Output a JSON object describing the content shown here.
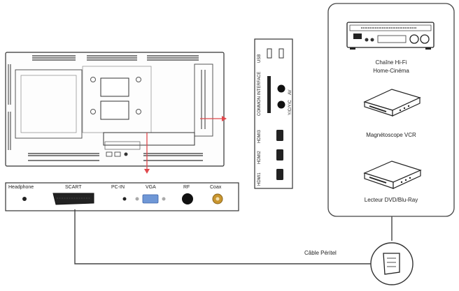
{
  "title": "",
  "panel_ports": {
    "headphone": "Headphone",
    "scart": "SCART",
    "pcin": "PC-IN",
    "vga": "VGA",
    "rf": "RF",
    "coax": "Coax"
  },
  "side_ports": {
    "usb": "USB",
    "ci": "COMMON INTERFACE",
    "hdmi3": "HDMI3",
    "hdmi2": "HDMI2",
    "hdmi1": "HDMI1",
    "av": "AV",
    "yc": "Y/C/Y/C"
  },
  "devices": {
    "hifi_line1": "Chaîne Hi-Fi",
    "hifi_line2": "Home-Cinéma",
    "vcr": "Magnétoscope VCR",
    "dvd": "Lecteur DVD/Blu-Ray"
  },
  "cable_label": "Câble Péritel",
  "colors": {
    "arrow": "#e0484d",
    "line": "#444444",
    "vga_port": "#6f97d6",
    "coax_port": "#c9962f"
  }
}
